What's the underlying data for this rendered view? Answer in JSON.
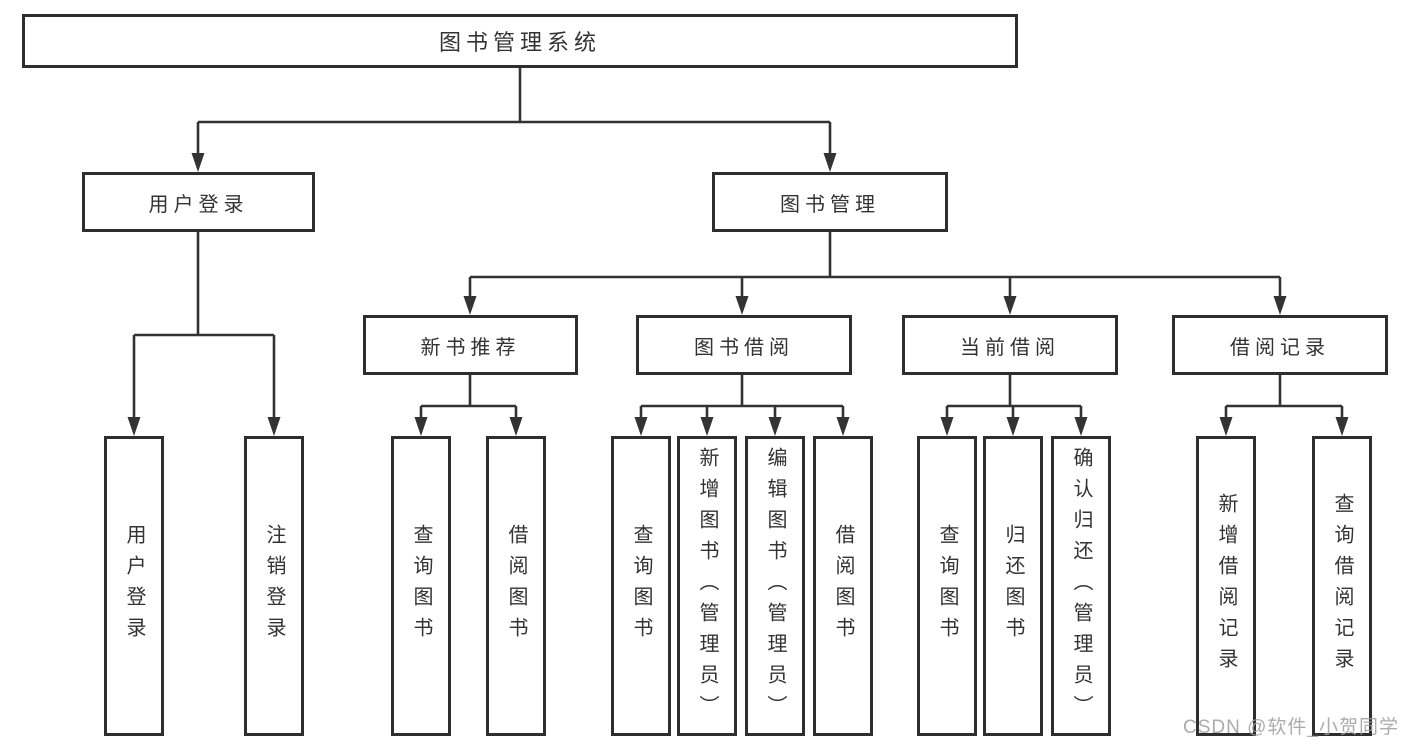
{
  "tree": {
    "label": "图书管理系统",
    "children": [
      {
        "label": "用户登录",
        "children": [
          {
            "label": "用户登录"
          },
          {
            "label": "注销登录"
          }
        ]
      },
      {
        "label": "图书管理",
        "children": [
          {
            "label": "新书推荐",
            "children": [
              {
                "label": "查询图书"
              },
              {
                "label": "借阅图书"
              }
            ]
          },
          {
            "label": "图书借阅",
            "children": [
              {
                "label": "查询图书"
              },
              {
                "label": "新增图书（管理员）"
              },
              {
                "label": "编辑图书（管理员）"
              },
              {
                "label": "借阅图书"
              }
            ]
          },
          {
            "label": "当前借阅",
            "children": [
              {
                "label": "查询图书"
              },
              {
                "label": "归还图书"
              },
              {
                "label": "确认归还（管理员）"
              }
            ]
          },
          {
            "label": "借阅记录",
            "children": [
              {
                "label": "新增借阅记录"
              },
              {
                "label": "查询借阅记录"
              }
            ]
          }
        ]
      }
    ]
  },
  "watermark": "CSDN @软件_小贺同学",
  "colors": {
    "line": "#333333",
    "box_border": "#2e2e2e",
    "text": "#333333",
    "watermark": "#9e9e9e",
    "background": "#ffffff"
  }
}
